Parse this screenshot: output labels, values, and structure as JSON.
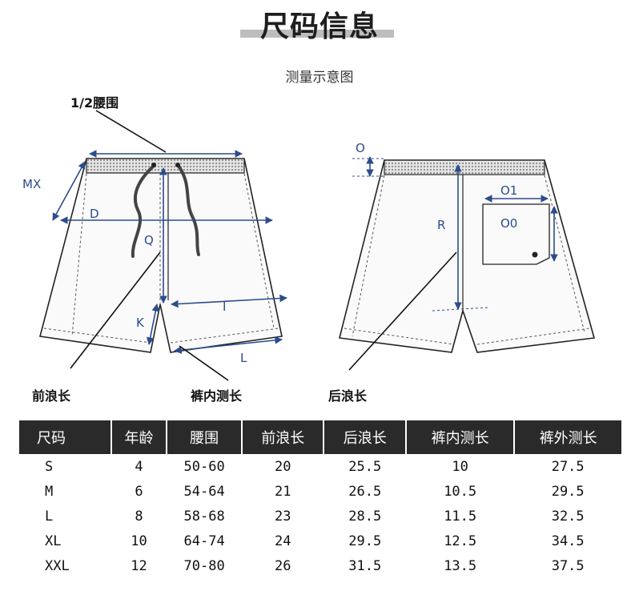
{
  "title": "尺码信息",
  "subtitle": "测量示意图",
  "labels": {
    "half_waist": "1/2腰围",
    "mx": "MX",
    "d": "D",
    "q": "Q",
    "k": "K",
    "i": "I",
    "l": "L",
    "o": "O",
    "o1": "O1",
    "o0": "O0",
    "r": "R",
    "front_rise": "前浪长",
    "inseam": "裤内测长",
    "back_rise": "后浪长"
  },
  "table": {
    "headers": [
      "尺码",
      "年龄",
      "腰围",
      "前浪长",
      "后浪长",
      "裤内测长",
      "裤外测长"
    ],
    "rows": [
      [
        "S",
        "4",
        "50-60",
        "20",
        "25.5",
        "10",
        "27.5"
      ],
      [
        "M",
        "6",
        "54-64",
        "21",
        "26.5",
        "10.5",
        "29.5"
      ],
      [
        "L",
        "8",
        "58-68",
        "23",
        "28.5",
        "11.5",
        "32.5"
      ],
      [
        "XL",
        "10",
        "64-74",
        "24",
        "29.5",
        "12.5",
        "34.5"
      ],
      [
        "XXL",
        "12",
        "70-80",
        "26",
        "31.5",
        "13.5",
        "37.5"
      ]
    ]
  },
  "colors": {
    "dimension": "#2c4c8c",
    "header_bg": "#2a2a2a"
  }
}
